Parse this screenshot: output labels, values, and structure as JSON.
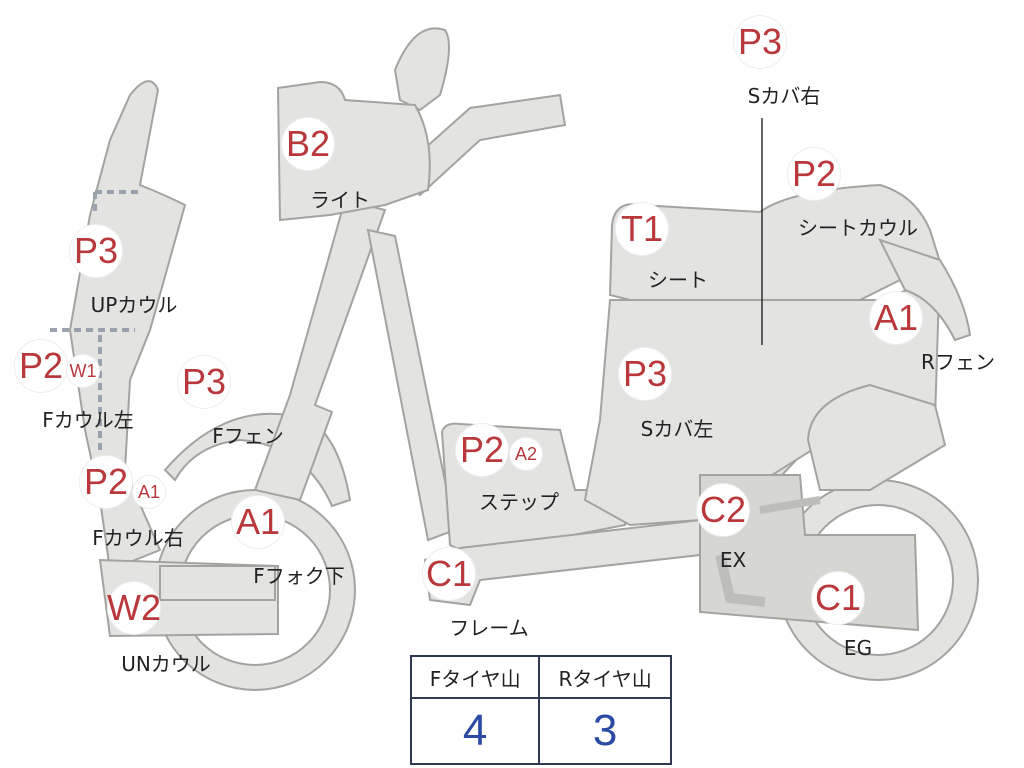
{
  "parts": [
    {
      "id": "light",
      "code": "B2",
      "label": "ライト"
    },
    {
      "id": "up-cowl",
      "code": "P3",
      "label": "UPカウル"
    },
    {
      "id": "f-cowl-left",
      "code": "P2",
      "code2": "W1",
      "label": "Fカウル左"
    },
    {
      "id": "f-cowl-right",
      "code": "P2",
      "code2": "A1",
      "label": "Fカウル右"
    },
    {
      "id": "un-cowl",
      "code": "W2",
      "label": "UNカウル"
    },
    {
      "id": "f-fender",
      "code": "P3",
      "label": "Fフェン"
    },
    {
      "id": "f-fork",
      "code": "A1",
      "label": "Fフォク下"
    },
    {
      "id": "step",
      "code": "P2",
      "code2": "A2",
      "label": "ステップ"
    },
    {
      "id": "frame",
      "code": "C1",
      "label": "フレーム"
    },
    {
      "id": "seat",
      "code": "T1",
      "label": "シート"
    },
    {
      "id": "s-cover-left",
      "code": "P3",
      "label": "Sカバ左"
    },
    {
      "id": "s-cover-right",
      "code": "P3",
      "label": "Sカバ右"
    },
    {
      "id": "seat-cowl",
      "code": "P2",
      "label": "シートカウル"
    },
    {
      "id": "r-fender",
      "code": "A1",
      "label": "Rフェン"
    },
    {
      "id": "exhaust",
      "code": "C2",
      "label": "EX"
    },
    {
      "id": "engine",
      "code": "C1",
      "label": "EG"
    }
  ],
  "tire_table": {
    "f_header": "Fタイヤ山",
    "r_header": "Rタイヤ山",
    "f_value": "4",
    "r_value": "3"
  },
  "colors": {
    "code": "#b8383c",
    "value": "#2b4aa5",
    "body": "#e3e3e1",
    "outline": "#a3a3a0"
  }
}
